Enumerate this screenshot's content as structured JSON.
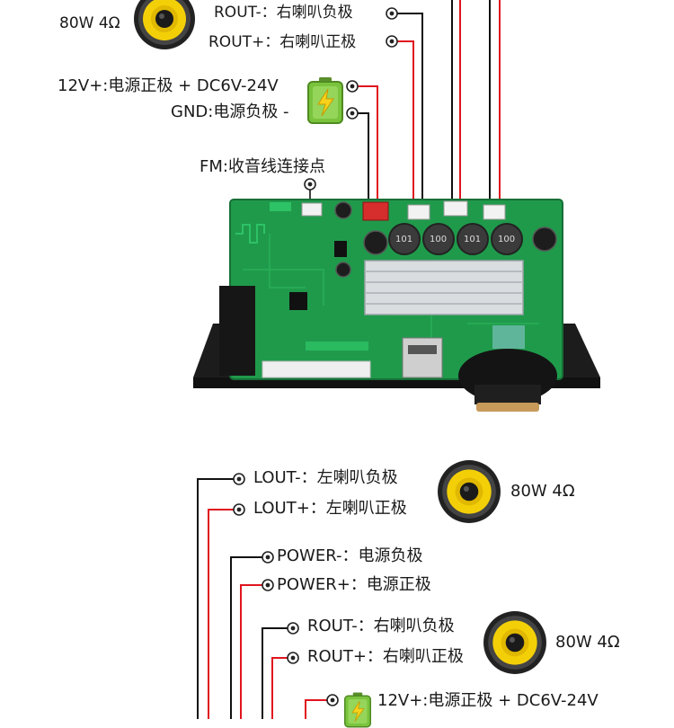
{
  "top": {
    "speaker_right_rating": "80W 4Ω",
    "rout_minus": "ROUT-：右喇叭负极",
    "rout_plus": "ROUT+：右喇叭正极",
    "power_plus": "12V+:电源正极 +   DC6V-24V",
    "power_minus": "GND:电源负极 -",
    "fm": "FM:收音线连接点"
  },
  "board": {
    "capacitor_labels": [
      "101",
      "100",
      "101",
      "100"
    ]
  },
  "bottom": {
    "lout_minus": "LOUT-：左喇叭负极",
    "lout_plus": "LOUT+：左喇叭正极",
    "speaker_left_rating": "80W 4Ω",
    "power_minus": "POWER-：电源负极",
    "power_plus": "POWER+：电源正极",
    "rout_minus": "ROUT-：右喇叭负极",
    "rout_plus": "ROUT+：右喇叭正极",
    "speaker_right_rating": "80W 4Ω",
    "power_plus_2": "12V+:电源正极 +   DC6V-24V"
  },
  "colors": {
    "wire_black": "#111111",
    "wire_red": "#e0141e",
    "pcb_green": "#1f9a4b",
    "battery_green": "#7ac43d",
    "speaker_yellow": "#f3cf07"
  }
}
